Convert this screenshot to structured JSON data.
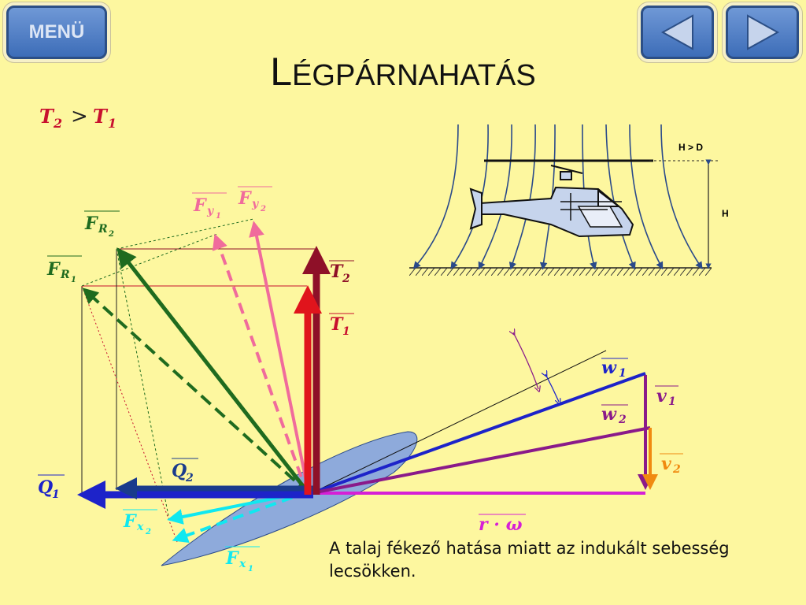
{
  "nav": {
    "menu_label": "MENÜ",
    "prev_icon": "triangle-left-icon",
    "next_icon": "triangle-right-icon"
  },
  "title": {
    "first": "L",
    "rest": "ÉGPÁRNAHATÁS"
  },
  "condition": {
    "left": "T",
    "left_sub": "2",
    "op": ">",
    "right": "T",
    "right_sub": "1"
  },
  "heli_inset": {
    "label_top": "H > D",
    "label_h": "H"
  },
  "vector_labels": {
    "T2": {
      "base": "T",
      "sub": "2"
    },
    "T1": {
      "base": "T",
      "sub": "1"
    },
    "FR2": {
      "base": "F",
      "sub": "R",
      "subsub": "2"
    },
    "FR1": {
      "base": "F",
      "sub": "R",
      "subsub": "1"
    },
    "Fy1": {
      "base": "F",
      "sub": "y",
      "subsub": "1"
    },
    "Fy2": {
      "base": "F",
      "sub": "y",
      "subsub": "2"
    },
    "Q1": {
      "base": "Q",
      "sub": "1"
    },
    "Q2": {
      "base": "Q",
      "sub": "2"
    },
    "Fx2": {
      "base": "F",
      "sub": "x",
      "subsub": "2"
    },
    "Fx1": {
      "base": "F",
      "sub": "x",
      "subsub": "1"
    },
    "w1": {
      "base": "w",
      "sub": "1"
    },
    "w2": {
      "base": "w",
      "sub": "2"
    },
    "v1": {
      "base": "v",
      "sub": "1"
    },
    "v2": {
      "base": "v",
      "sub": "2"
    },
    "rw": {
      "text": "r · ω"
    }
  },
  "caption": "A talaj fékező hatása miatt az indukált sebesség lecsökken.",
  "colors": {
    "background": "#fdf79f",
    "red": "#c8102e",
    "dark_red": "#8e1028",
    "green": "#1f6b1f",
    "pink": "#f06b9c",
    "blue": "#1d23c9",
    "dark_blue": "#1a3b8c",
    "cyan": "#10e8f0",
    "purple": "#8a1a8a",
    "magenta": "#d61fd6",
    "orange": "#f08a10",
    "airfoil": "#8eaadb"
  }
}
